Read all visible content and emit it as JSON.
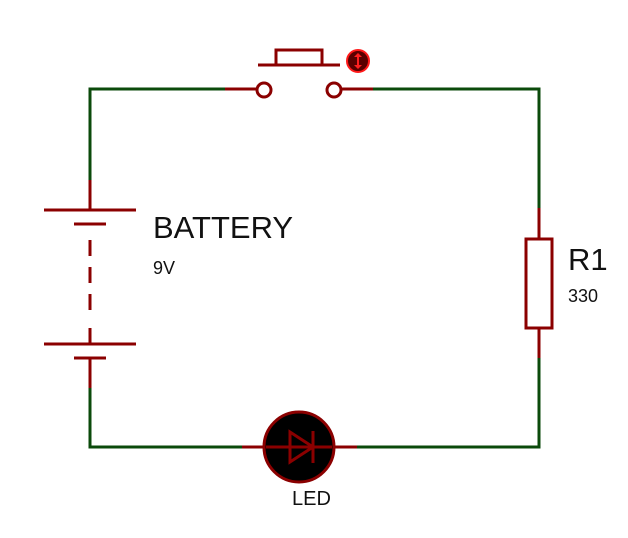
{
  "diagram": {
    "title": "Battery LED push-button circuit",
    "colors": {
      "wire": "#0b4a0b",
      "component": "#8b0000",
      "led_fill": "#000000",
      "indicator": "#ff1a1a"
    },
    "components": {
      "battery": {
        "name": "BATTERY",
        "value": "9V"
      },
      "resistor": {
        "name": "R1",
        "value": "330"
      },
      "led": {
        "name": "LED"
      },
      "switch": {
        "name": "push-button",
        "indicator_icon": "up-down-arrow-icon"
      }
    }
  }
}
